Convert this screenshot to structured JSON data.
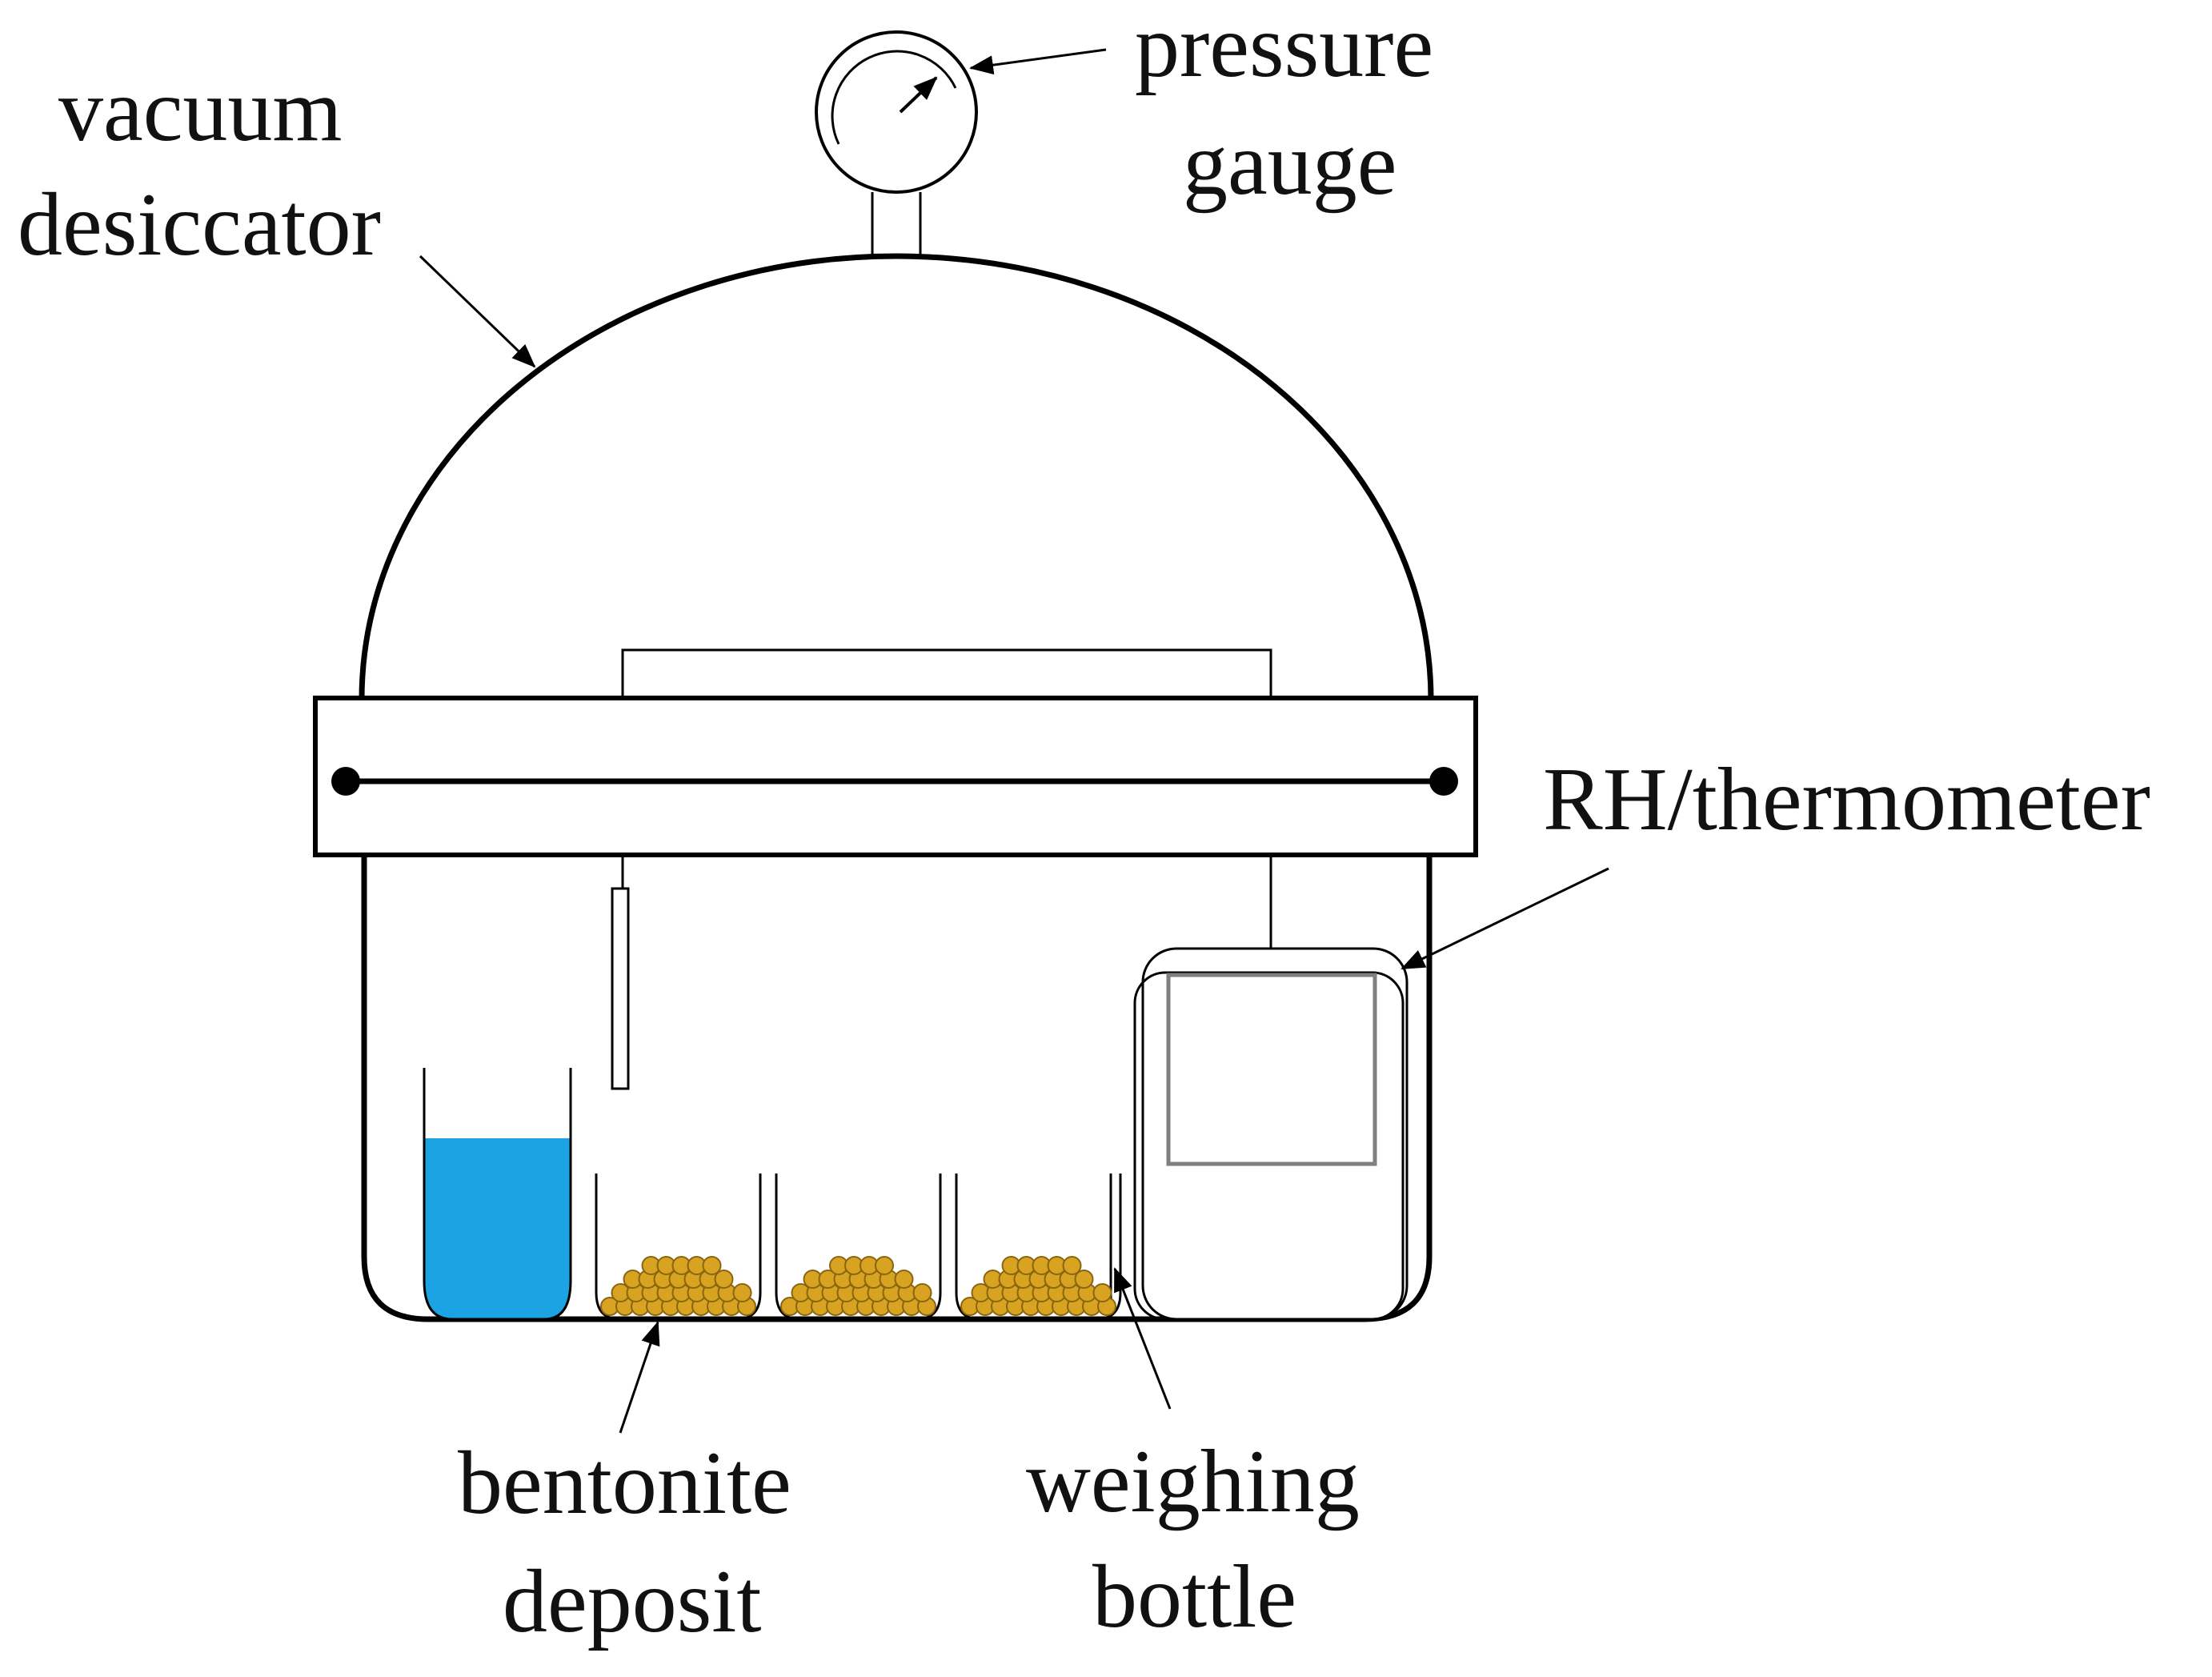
{
  "labels": {
    "vacuum_desiccator": [
      "vacuum",
      "desiccator"
    ],
    "pressure_gauge": [
      "pressure",
      "gauge"
    ],
    "rh_thermometer": "RH/thermometer",
    "bentonite_deposit": [
      "bentonite",
      "deposit"
    ],
    "weighing_bottle": [
      "weighing",
      "bottle"
    ]
  },
  "colors": {
    "water": "#1ba3e3",
    "bentonite": "#d8a321",
    "bentonite_edge": "#8a6510",
    "outline": "#000000",
    "screen_border": "#7f7f7f"
  },
  "icons": {
    "pressure_gauge": "gauge-icon",
    "rh_thermometer": "thermo-hygrometer-icon"
  }
}
